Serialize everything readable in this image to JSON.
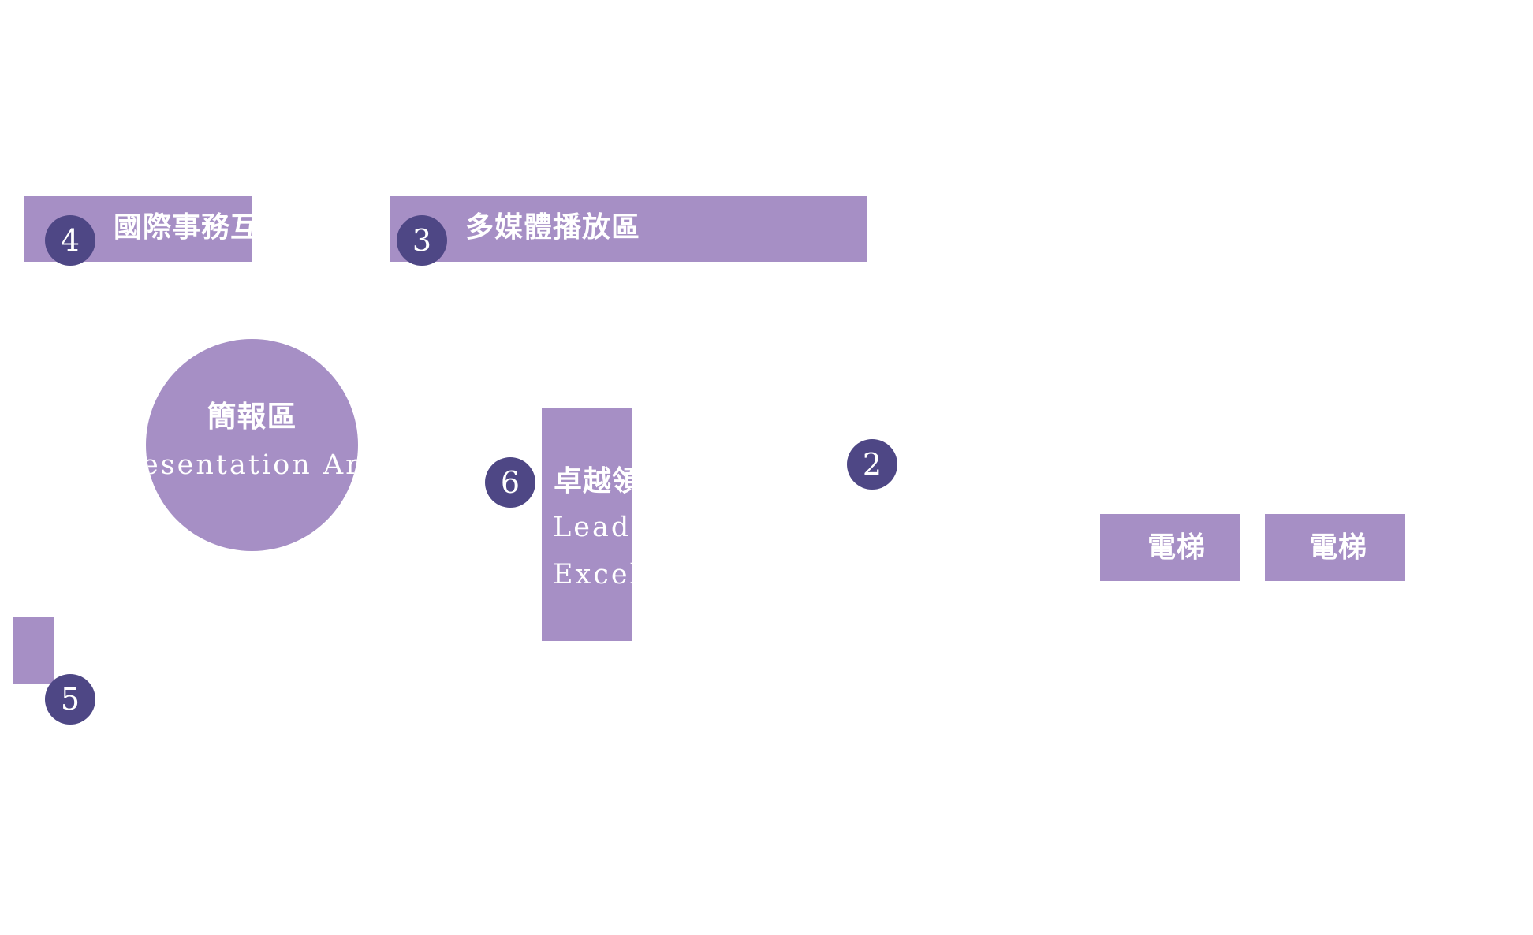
{
  "areas": {
    "international": {
      "number": "4",
      "label": "國際事務互"
    },
    "multimedia": {
      "number": "3",
      "label": "多媒體播放區"
    },
    "presentation": {
      "label": "簡報區",
      "sublabel": "esentation Ar"
    },
    "leadership": {
      "number": "6",
      "label": "卓越領",
      "sublabel_1": "Leade",
      "sublabel_2": "Excell"
    },
    "station_2": {
      "number": "2"
    },
    "station_5": {
      "number": "5"
    },
    "elevators": [
      {
        "label": "電梯"
      },
      {
        "label": "電梯"
      }
    ]
  },
  "colors": {
    "zone_fill": "#a68fc5",
    "marker_fill": "#4e4785",
    "text": "#ffffff",
    "background": "#ffffff"
  }
}
